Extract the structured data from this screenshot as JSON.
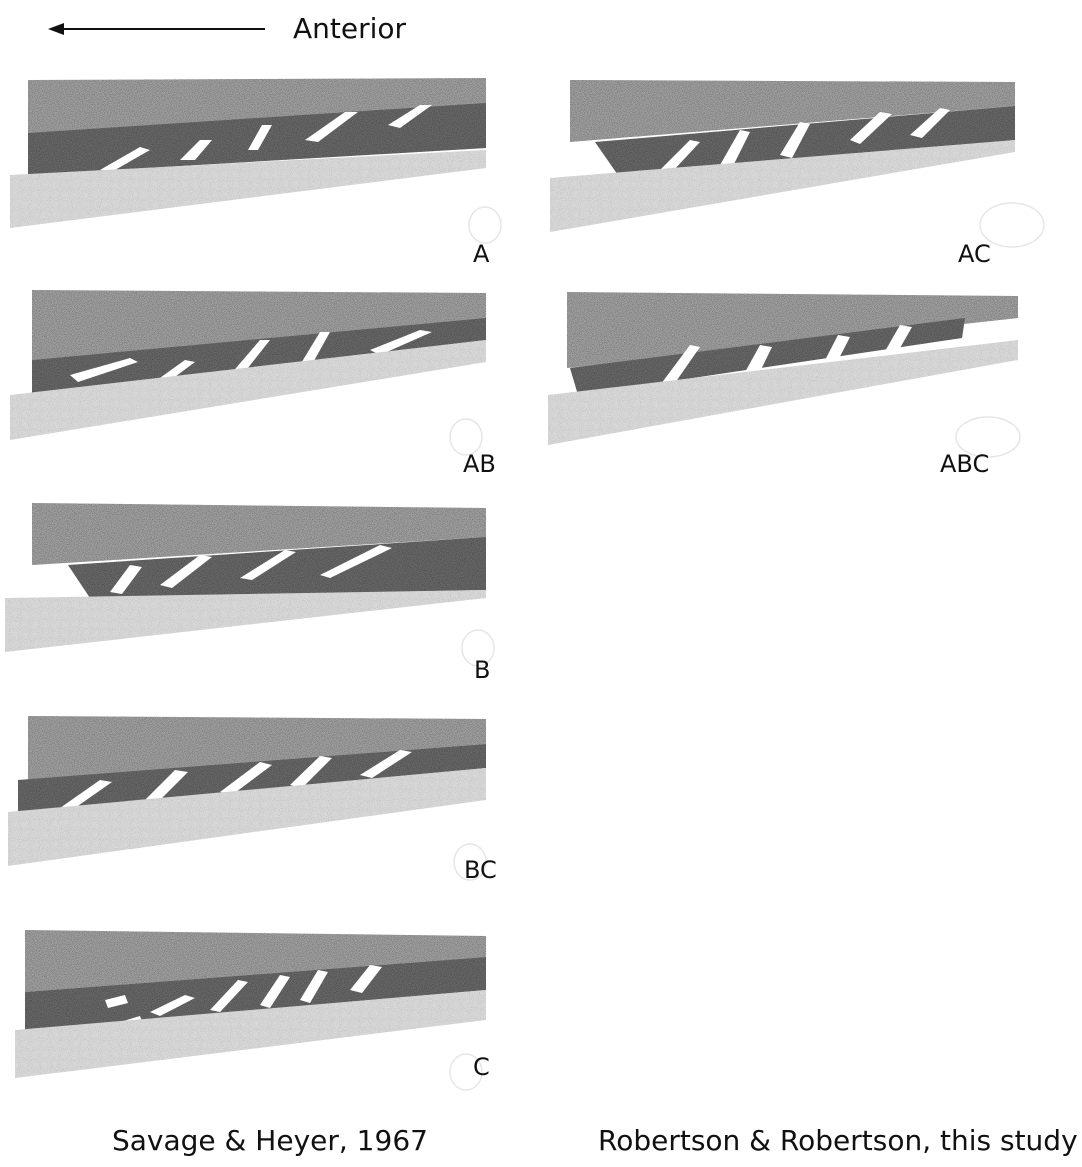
{
  "header": {
    "direction_label": "Anterior"
  },
  "panels": [
    {
      "label": "A"
    },
    {
      "label": "AB"
    },
    {
      "label": "B"
    },
    {
      "label": "BC"
    },
    {
      "label": "C"
    },
    {
      "label": "AC"
    },
    {
      "label": "ABC"
    }
  ],
  "columns": {
    "left_caption": "Savage & Heyer, 1967",
    "right_caption": "Robertson & Robertson, this study"
  },
  "colors": {
    "upper_band": "#a9a9a9",
    "middle_band": "#6e6e6e",
    "lower_band": "#dcdcdc",
    "gap": "#ffffff",
    "text": "#111111"
  }
}
